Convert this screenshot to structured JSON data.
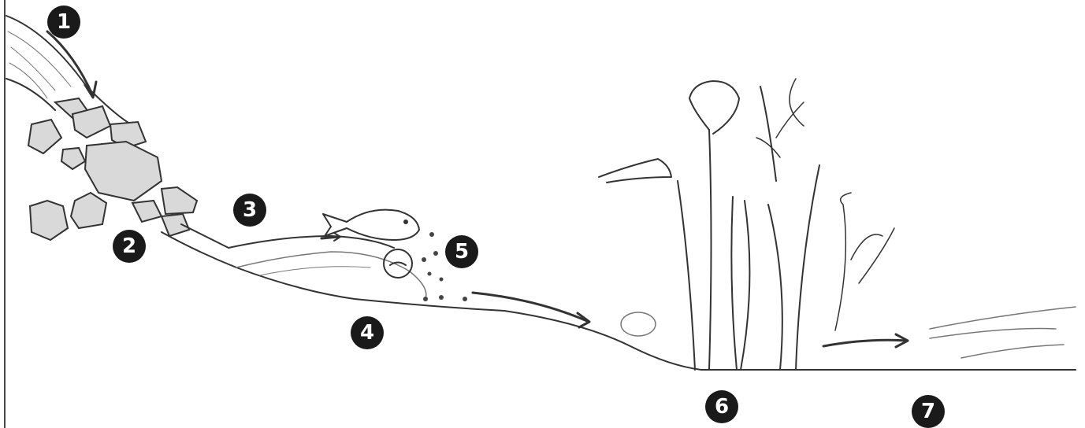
{
  "markers": [
    "1",
    "2",
    "3",
    "4",
    "5",
    "6",
    "7"
  ],
  "colors": {
    "marker_fill": "#1a1a1a",
    "marker_text": "#ffffff",
    "pencil": "#333333"
  }
}
